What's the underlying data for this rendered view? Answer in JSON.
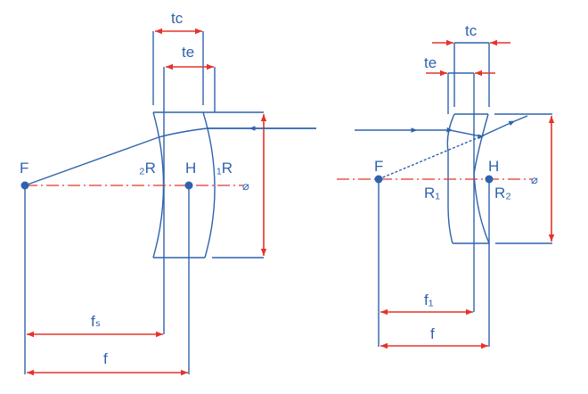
{
  "colors": {
    "line": "#2f62ad",
    "dimension": "#e3342c"
  },
  "left_lens": {
    "tc": "tc",
    "te": "te",
    "focal_point": "F",
    "principal_point": "H",
    "radius_2": "₂R",
    "radius_1": "₁R",
    "back_focal": "fₛ",
    "focal": "f",
    "diameter_symbol": "⌀"
  },
  "right_lens": {
    "tc": "tc",
    "te": "te",
    "focal_point": "F",
    "principal_point": "H",
    "radius_1": "R₁",
    "radius_2": "R₂",
    "back_focal": "f₁",
    "focal": "f",
    "diameter_symbol": "⌀"
  }
}
